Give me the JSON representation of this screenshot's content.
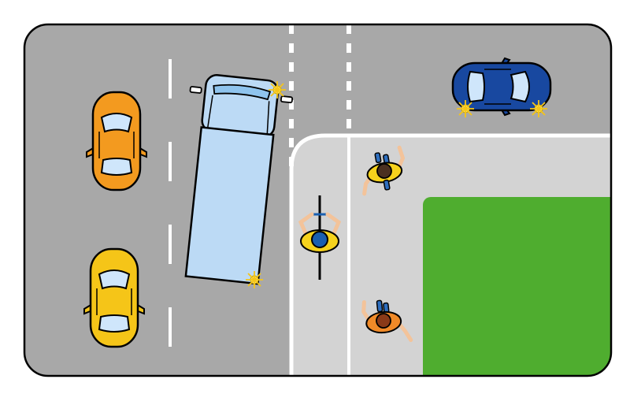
{
  "scene": {
    "colors": {
      "road": "#a8a8a8",
      "sidewalk": "#d3d3d3",
      "grass": "#4fad2f",
      "outline": "#000000",
      "markings": "#ffffff",
      "orange_car": "#f39a1f",
      "yellow_car": "#f5c518",
      "blue_car": "#1848a0",
      "truck": "#bcdaf5",
      "glass": "#cfe6fb",
      "light": "#f8e06a",
      "cyclist_shirt": "#f6d21c",
      "cyclist_helmet": "#1a5fb0",
      "ped_yellow_shirt": "#f6d21c",
      "ped_orange_shirt": "#f08a28",
      "skin": "#f3c39a"
    },
    "vehicles": [
      {
        "name": "orange-car",
        "color": "orange_car",
        "heading": "north"
      },
      {
        "name": "yellow-car",
        "color": "yellow_car",
        "heading": "north"
      },
      {
        "name": "blue-car",
        "color": "blue_car",
        "heading": "east",
        "indicators": "flashing"
      },
      {
        "name": "delivery-truck",
        "color": "truck",
        "heading": "north",
        "indicators": "flashing"
      }
    ],
    "people": [
      {
        "name": "cyclist",
        "role": "cyclist on bike lane"
      },
      {
        "name": "pedestrian-yellow",
        "role": "pedestrian on sidewalk"
      },
      {
        "name": "pedestrian-orange",
        "role": "pedestrian on sidewalk"
      }
    ]
  }
}
